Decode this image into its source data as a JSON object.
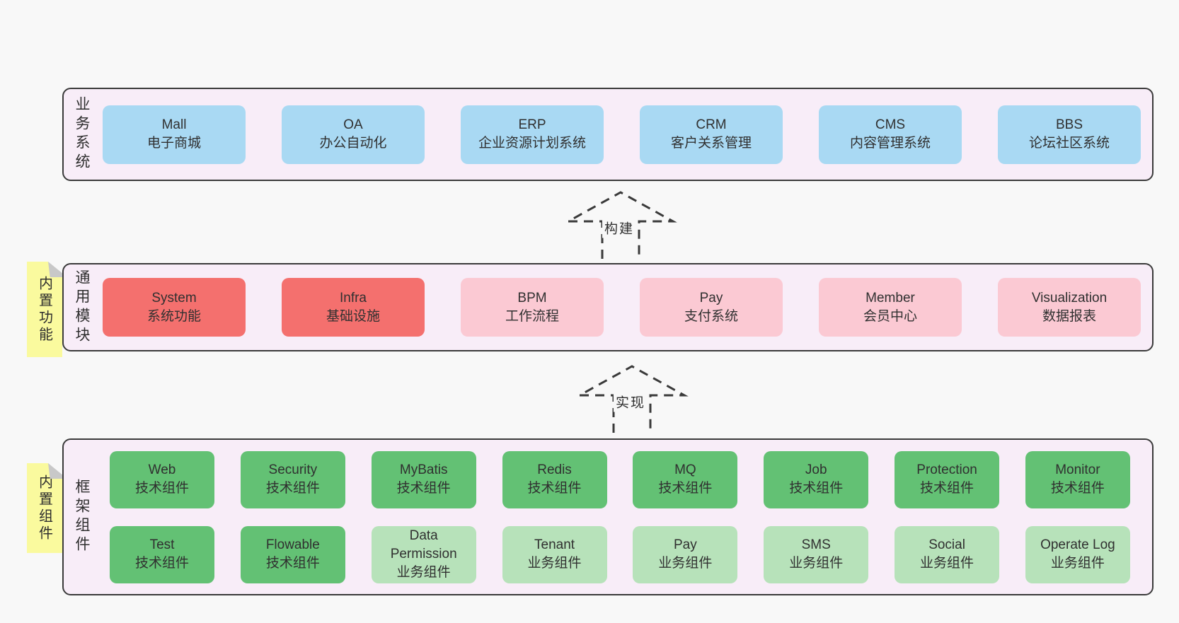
{
  "colors": {
    "pageBg": "#f8f8f8",
    "containerBg": "#f8edf8",
    "border": "#3a3a3a",
    "blue": "#a9d9f3",
    "red": "#f4706e",
    "pink": "#fbc9d3",
    "green": "#63c174",
    "lightGreen": "#b7e2ba",
    "yellow": "#fafa9e",
    "fold": "#c8c8c8"
  },
  "arrows": [
    {
      "label": "构建"
    },
    {
      "label": "实现"
    }
  ],
  "layers": [
    {
      "name": "业务系统",
      "note": null,
      "rows": [
        [
          {
            "title": "Mall",
            "subtitle": "电子商城",
            "variant": "blue"
          },
          {
            "title": "OA",
            "subtitle": "办公自动化",
            "variant": "blue"
          },
          {
            "title": "ERP",
            "subtitle": "企业资源计划系统",
            "variant": "blue"
          },
          {
            "title": "CRM",
            "subtitle": "客户关系管理",
            "variant": "blue"
          },
          {
            "title": "CMS",
            "subtitle": "内容管理系统",
            "variant": "blue"
          },
          {
            "title": "BBS",
            "subtitle": "论坛社区系统",
            "variant": "blue"
          }
        ]
      ]
    },
    {
      "name": "通用模块",
      "note": "内置功能",
      "rows": [
        [
          {
            "title": "System",
            "subtitle": "系统功能",
            "variant": "red"
          },
          {
            "title": "Infra",
            "subtitle": "基础设施",
            "variant": "red"
          },
          {
            "title": "BPM",
            "subtitle": "工作流程",
            "variant": "pink"
          },
          {
            "title": "Pay",
            "subtitle": "支付系统",
            "variant": "pink"
          },
          {
            "title": "Member",
            "subtitle": "会员中心",
            "variant": "pink"
          },
          {
            "title": "Visualization",
            "subtitle": "数据报表",
            "variant": "pink"
          }
        ]
      ]
    },
    {
      "name": "框架组件",
      "note": "内置组件",
      "rows": [
        [
          {
            "title": "Web",
            "subtitle": "技术组件",
            "variant": "green"
          },
          {
            "title": "Security",
            "subtitle": "技术组件",
            "variant": "green"
          },
          {
            "title": "MyBatis",
            "subtitle": "技术组件",
            "variant": "green"
          },
          {
            "title": "Redis",
            "subtitle": "技术组件",
            "variant": "green"
          },
          {
            "title": "MQ",
            "subtitle": "技术组件",
            "variant": "green"
          },
          {
            "title": "Job",
            "subtitle": "技术组件",
            "variant": "green"
          },
          {
            "title": "Protection",
            "subtitle": "技术组件",
            "variant": "green"
          },
          {
            "title": "Monitor",
            "subtitle": "技术组件",
            "variant": "green"
          }
        ],
        [
          {
            "title": "Test",
            "subtitle": "技术组件",
            "variant": "green"
          },
          {
            "title": "Flowable",
            "subtitle": "技术组件",
            "variant": "green"
          },
          {
            "title": "Data Permission",
            "subtitle": "业务组件",
            "variant": "light-green"
          },
          {
            "title": "Tenant",
            "subtitle": "业务组件",
            "variant": "light-green"
          },
          {
            "title": "Pay",
            "subtitle": "业务组件",
            "variant": "light-green"
          },
          {
            "title": "SMS",
            "subtitle": "业务组件",
            "variant": "light-green"
          },
          {
            "title": "Social",
            "subtitle": "业务组件",
            "variant": "light-green"
          },
          {
            "title": "Operate Log",
            "subtitle": "业务组件",
            "variant": "light-green"
          }
        ]
      ]
    }
  ]
}
